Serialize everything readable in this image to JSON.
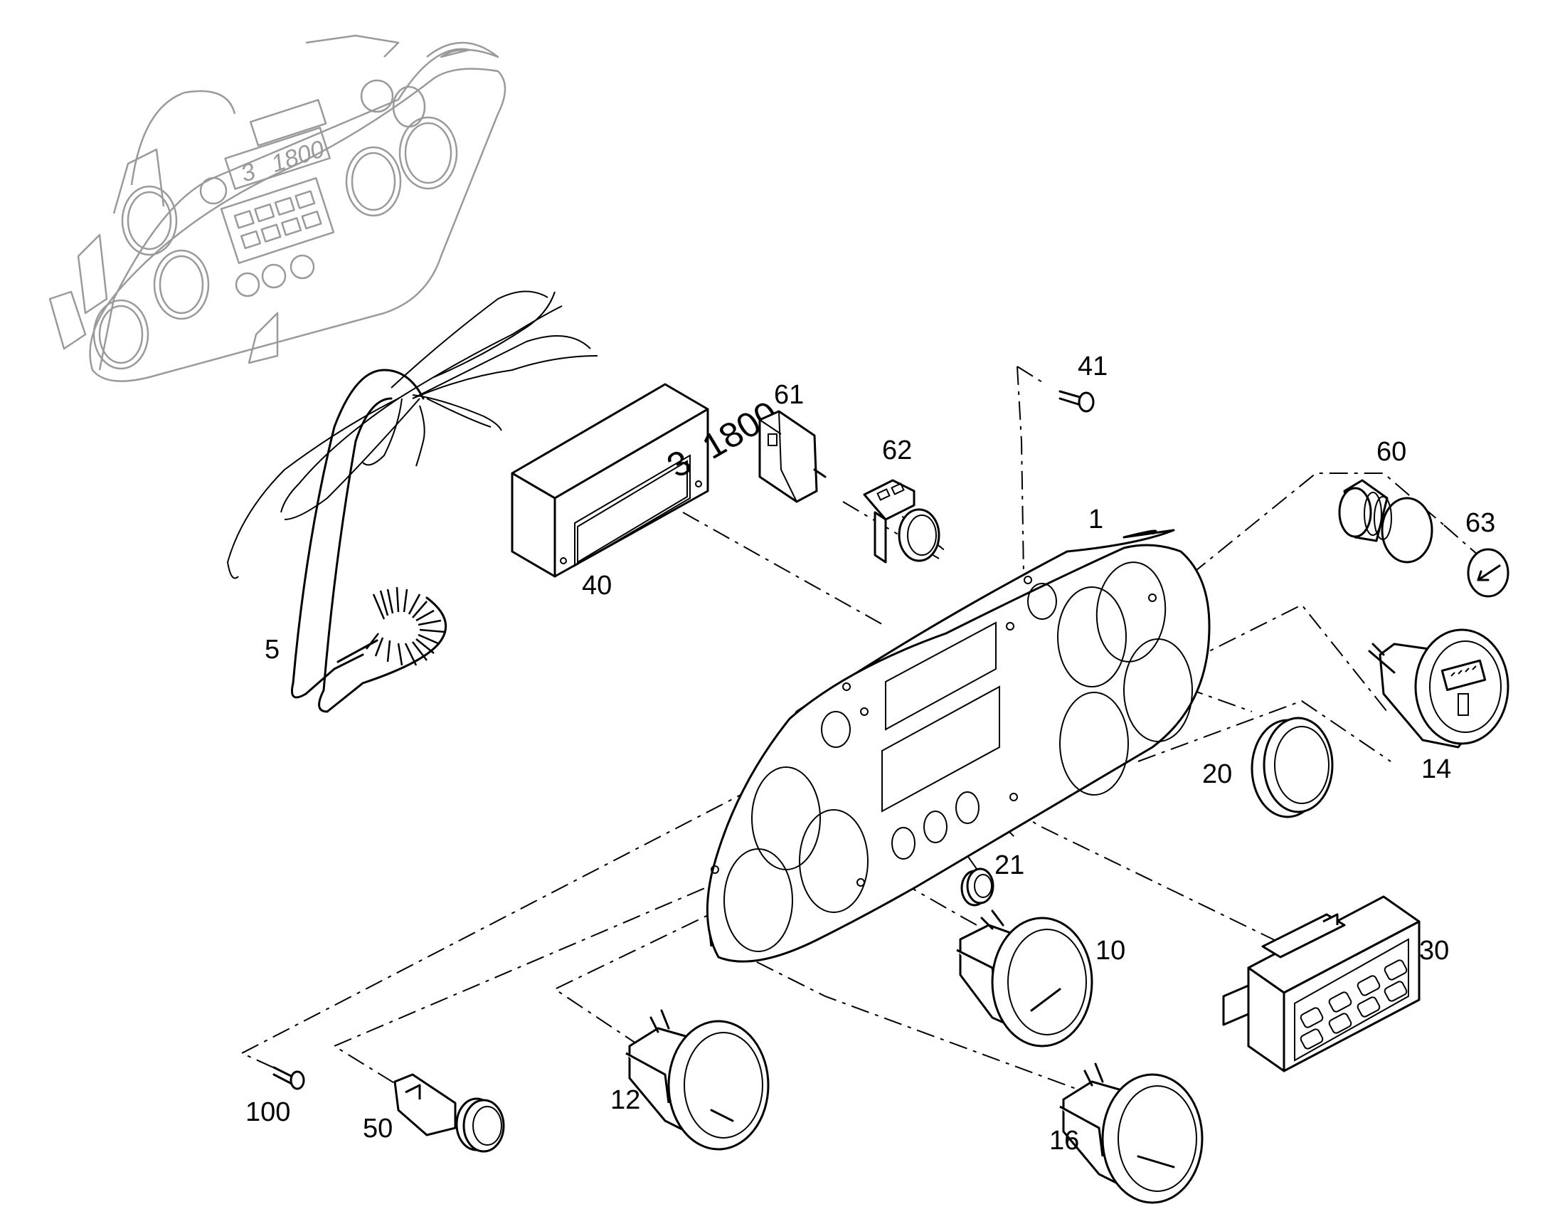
{
  "display": {
    "gear": "3",
    "rpm": "1800"
  },
  "callouts": [
    "1",
    "5",
    "10",
    "12",
    "14",
    "16",
    "20",
    "21",
    "30",
    "40",
    "41",
    "50",
    "60",
    "61",
    "62",
    "63",
    "100"
  ],
  "colors": {
    "line": "#000000",
    "inset": "#9a9a9a",
    "background": "#ffffff"
  },
  "icons": [
    "arrow-icon"
  ]
}
